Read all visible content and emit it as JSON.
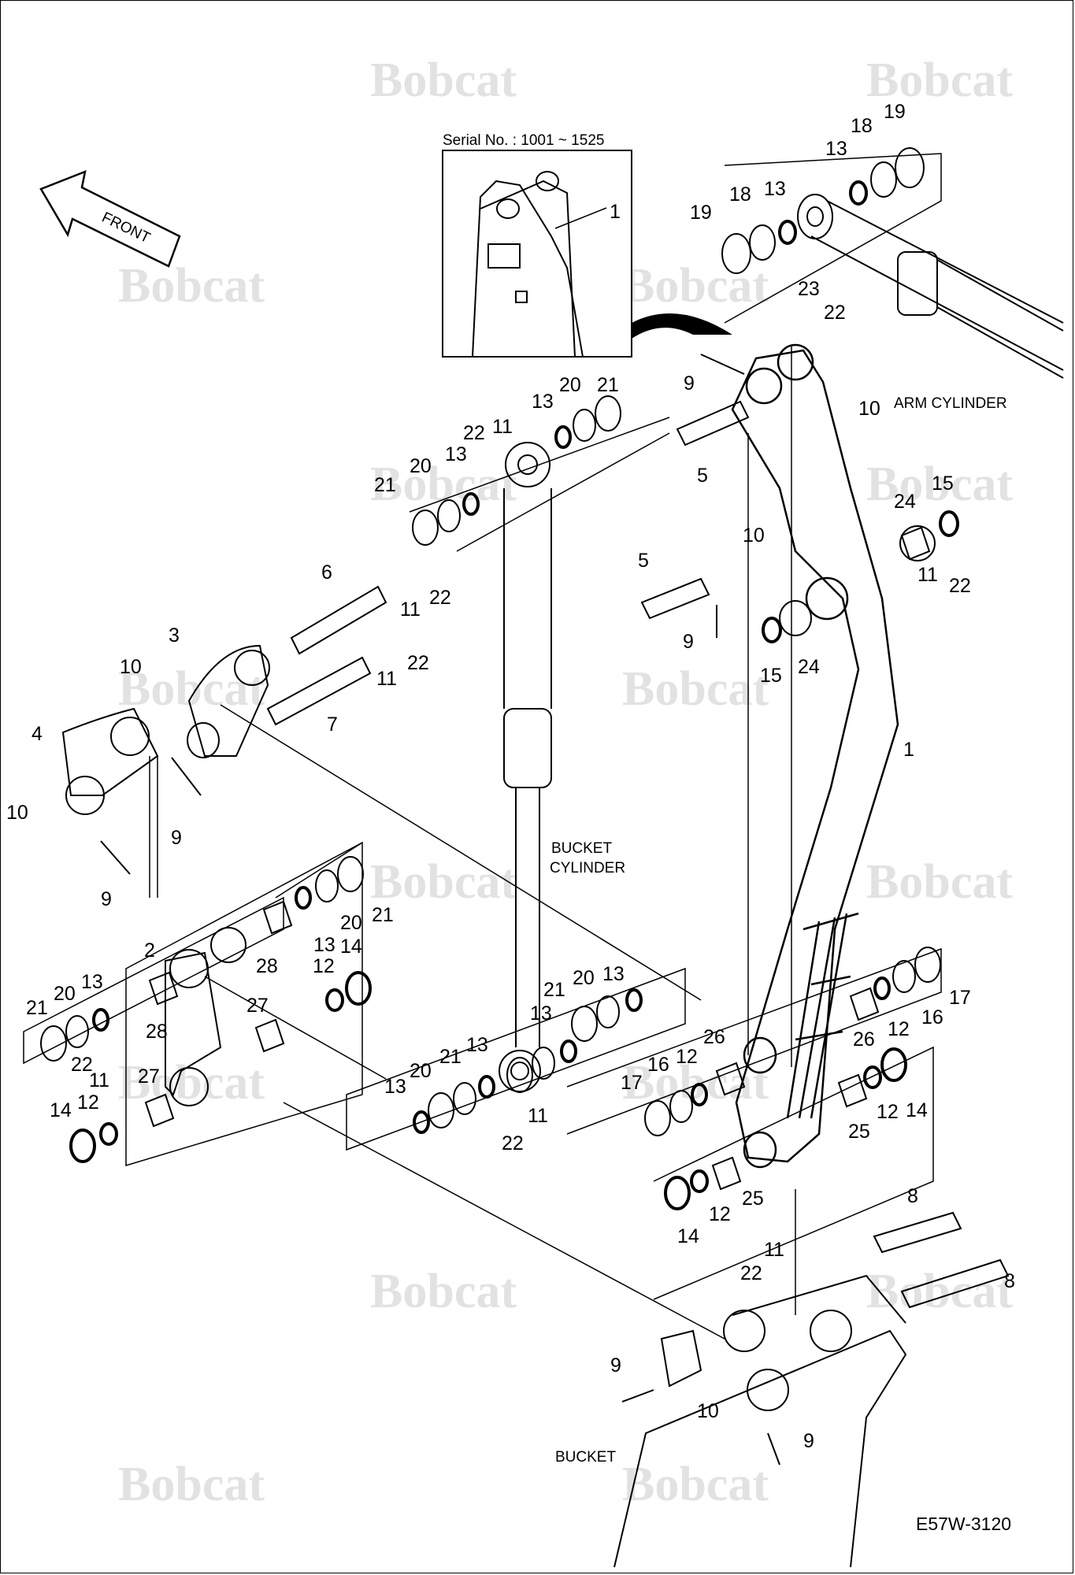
{
  "inset": {
    "serial": "Serial No. : 1001 ~ 1525",
    "part": "1"
  },
  "front_arrow": "FRONT",
  "assembly_labels": {
    "arm_cylinder": "ARM CYLINDER",
    "bucket_cylinder_line1": "BUCKET",
    "bucket_cylinder_line2": "CYLINDER",
    "bucket": "BUCKET"
  },
  "drawing_id": "E57W-3120",
  "watermark": "Bobcat",
  "callouts": {
    "c1": "19",
    "c2": "18",
    "c3": "13",
    "c4": "19",
    "c5": "18",
    "c6": "13",
    "c7": "23",
    "c8": "22",
    "c9": "9",
    "c10": "10",
    "c11": "21",
    "c12": "20",
    "c13": "13",
    "c14": "22",
    "c15": "11",
    "c16": "21",
    "c17": "20",
    "c18": "13",
    "c19": "5",
    "c20": "10",
    "c21": "5",
    "c22": "9",
    "c23": "24",
    "c24": "15",
    "c25": "11",
    "c26": "22",
    "c27": "15",
    "c28": "24",
    "c29": "1",
    "c30": "6",
    "c31": "11",
    "c32": "22",
    "c33": "11",
    "c34": "22",
    "c35": "7",
    "c36": "3",
    "c37": "10",
    "c38": "4",
    "c39": "10",
    "c40": "9",
    "c41": "9",
    "c42": "2",
    "c43": "20",
    "c44": "21",
    "c45": "13",
    "c46": "14",
    "c47": "12",
    "c48": "28",
    "c49": "27",
    "c50": "21",
    "c51": "20",
    "c52": "13",
    "c53": "28",
    "c54": "22",
    "c55": "11",
    "c56": "27",
    "c57": "14",
    "c58": "12",
    "c59": "21",
    "c60": "20",
    "c61": "13",
    "c62": "13",
    "c63": "13",
    "c64": "20",
    "c65": "21",
    "c66": "13",
    "c67": "11",
    "c68": "22",
    "c69": "17",
    "c70": "16",
    "c71": "12",
    "c72": "26",
    "c73": "26",
    "c74": "12",
    "c75": "16",
    "c76": "17",
    "c77": "25",
    "c78": "12",
    "c79": "14",
    "c80": "14",
    "c81": "12",
    "c82": "25",
    "c83": "11",
    "c84": "22",
    "c85": "8",
    "c86": "8",
    "c87": "9",
    "c88": "10",
    "c89": "9"
  }
}
